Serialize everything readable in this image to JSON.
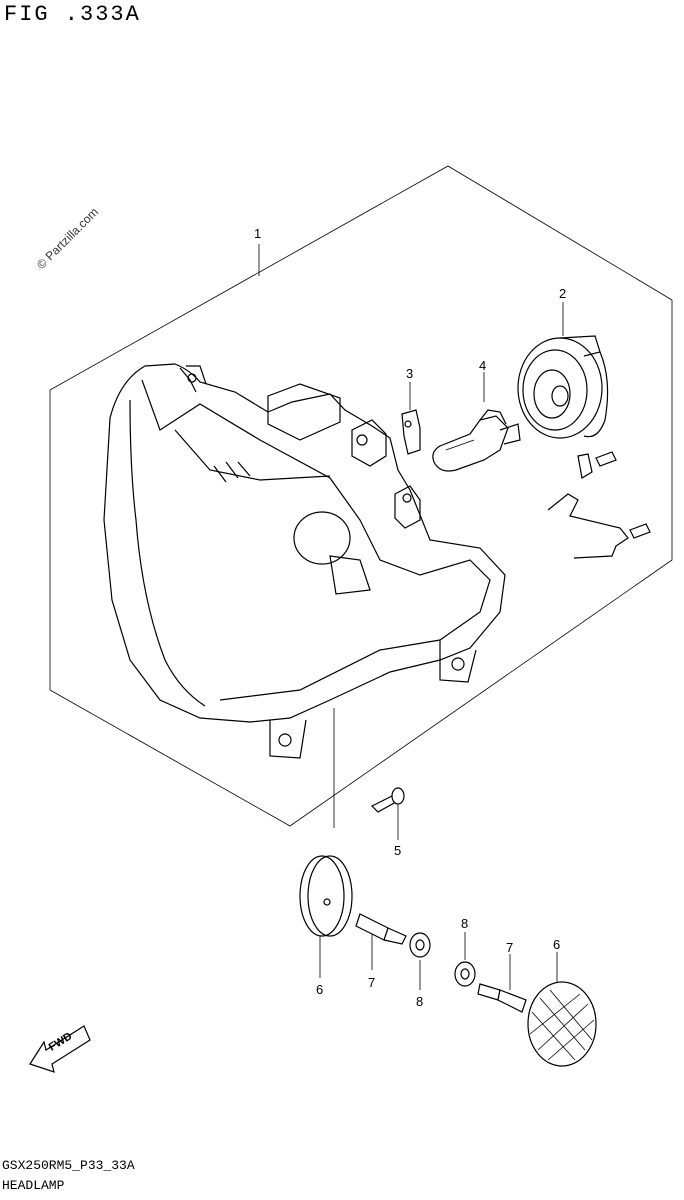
{
  "header": {
    "figure_title": "FIG .333A"
  },
  "watermark": "© Partzilla.com",
  "callouts": [
    {
      "id": "c1",
      "label": "1"
    },
    {
      "id": "c2",
      "label": "2"
    },
    {
      "id": "c3",
      "label": "3"
    },
    {
      "id": "c4",
      "label": "4"
    },
    {
      "id": "c5",
      "label": "5"
    },
    {
      "id": "c6a",
      "label": "6"
    },
    {
      "id": "c7a",
      "label": "7"
    },
    {
      "id": "c8a",
      "label": "8"
    },
    {
      "id": "c8b",
      "label": "8"
    },
    {
      "id": "c7b",
      "label": "7"
    },
    {
      "id": "c6b",
      "label": "6"
    }
  ],
  "fwd_arrow": {
    "label": "FWD"
  },
  "footer": {
    "model_code": "GSX250RM5_P33_33A",
    "section_name": "HEADLAMP"
  }
}
